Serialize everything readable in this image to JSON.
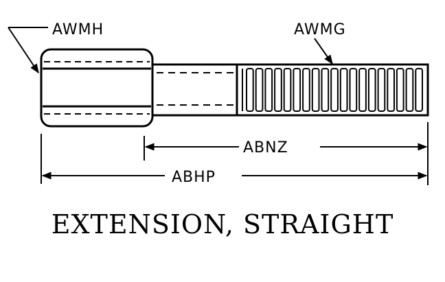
{
  "labels": {
    "hex_end": "AWMH",
    "thread": "AWMG",
    "thread_length": "ABNZ",
    "overall_length": "ABHP"
  },
  "caption": "EXTENSION, STRAIGHT",
  "colors": {
    "ink": "#000000",
    "background": "#ffffff"
  }
}
